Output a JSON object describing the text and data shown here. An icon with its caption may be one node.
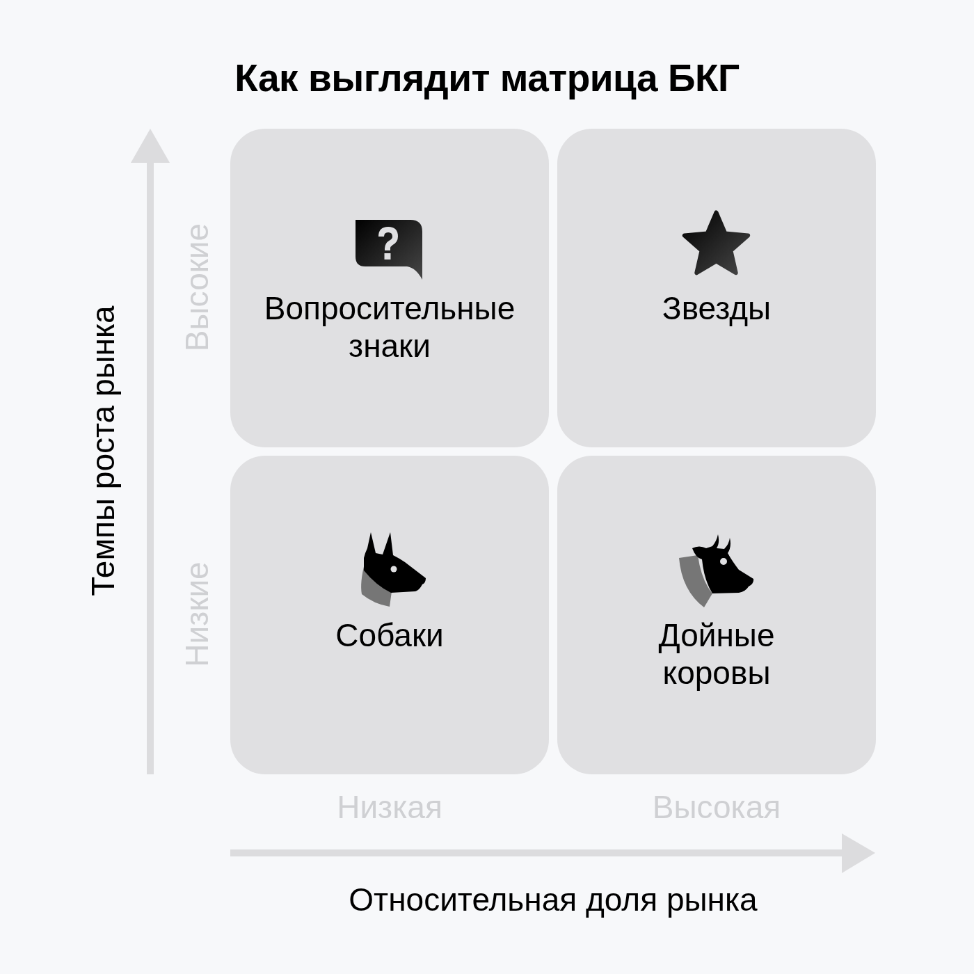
{
  "diagram": {
    "title": "Как выглядит матрица БКГ",
    "nodes": [
      {
        "text": [
          "Вопросительные знаки"
        ]
      },
      {
        "text": [
          "Звезды"
        ]
      },
      {
        "text": [
          "Собаки"
        ]
      },
      {
        "text": [
          "Дойные коровы"
        ]
      }
    ],
    "labels": [
      "Темпы роста рынка",
      "Высокие",
      "Низкие",
      "Низкая",
      "Высокая",
      "Относительная доля рынка"
    ]
  }
}
